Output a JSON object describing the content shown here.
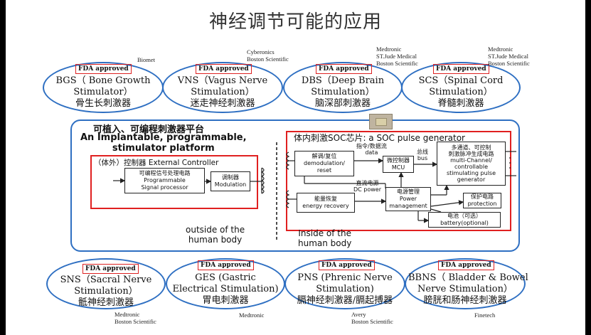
{
  "title": "神经调节可能的应用",
  "fda_label": "FDA approved",
  "top_row": [
    {
      "en1": "BGS（ Bone Growth",
      "en2": "Stimulator）",
      "cn": "骨生长刺激器",
      "maker": [
        "Biomet"
      ]
    },
    {
      "en1": "VNS（Vagus Nerve",
      "en2": "Stimulation）",
      "cn": "迷走神经刺激器",
      "maker": [
        "Cyberonics",
        "Boston Scientific"
      ]
    },
    {
      "en1": "DBS（Deep Brain",
      "en2": "Stimulation）",
      "cn": "脑深部刺激器",
      "maker": [
        "Medtronic",
        "ST.Jude Medical",
        "Boston Scientific"
      ]
    },
    {
      "en1": "SCS（Spinal Cord",
      "en2": "Stimulation）",
      "cn": "脊髓刺激器",
      "maker": [
        "Medtronic",
        "ST.Jude Medical",
        "Boston Scientific"
      ]
    }
  ],
  "bottom_row": [
    {
      "en1": "SNS（Sacral Nerve",
      "en2": "Stimulation）",
      "cn": "骶神经刺激器",
      "maker": [
        "Medtronic",
        "Boston Scientific"
      ]
    },
    {
      "en1": "GES (Gastric",
      "en2": "Electrical Stimulation)",
      "cn": "胃电刺激器",
      "maker": [
        "Medtronic"
      ]
    },
    {
      "en1": "PNS (Phrenic Nerve",
      "en2": "Stimulation)",
      "cn": "膈神经刺激器/膈起搏器",
      "maker": [
        "Avery",
        "Boston Scientific"
      ]
    },
    {
      "en1": "BBNS（ Bladder & Bowel",
      "en2": "Nerve Stimulation）",
      "cn": "膀胱和肠神经刺激器",
      "maker": [
        "Finetech"
      ]
    }
  ],
  "platform": {
    "cn": "可植入、可编程刺激器平台",
    "en1": "An Implantable, programmable,",
    "en2": "stimulator platform"
  },
  "external": {
    "title": "（体外）控制器 External Controller",
    "psp_cn": "可编程信号处理电路",
    "psp_en1": "Programmable",
    "psp_en2": "Signal processor",
    "mod_cn": "调制器",
    "mod_en": "Modulation",
    "outside1": "outside of the",
    "outside2": "human body"
  },
  "soc": {
    "title": "体内刺激SOC芯片: a SOC pulse generator",
    "demod_cn": "解调/复位",
    "demod_en1": "demodulation/",
    "demod_en2": "reset",
    "data_cn": "指令/数据流",
    "data_en": "data",
    "mcu_cn": "微控制器",
    "mcu_en": "MCU",
    "bus_cn": "总线",
    "bus_en": "bus",
    "multi_cn1": "多通道、可控制",
    "multi_cn2": "刺激脉冲生成电路",
    "multi_en1": "multi-Channel/",
    "multi_en2": "controllable",
    "multi_en3": "stimulating pulse",
    "multi_en4": "generator",
    "dc_cn": "直流电源",
    "dc_en": "DC power",
    "energy_cn": "能量恢复",
    "energy_en": "energy recovery",
    "pm_cn": "电源管理",
    "pm_en1": "Power",
    "pm_en2": "management",
    "prot_cn": "保护电路",
    "prot_en": "protection",
    "batt_cn": "电池（可选）",
    "batt_en": "battery(optional)",
    "inside1": "Inside of the",
    "inside2": "human body"
  }
}
